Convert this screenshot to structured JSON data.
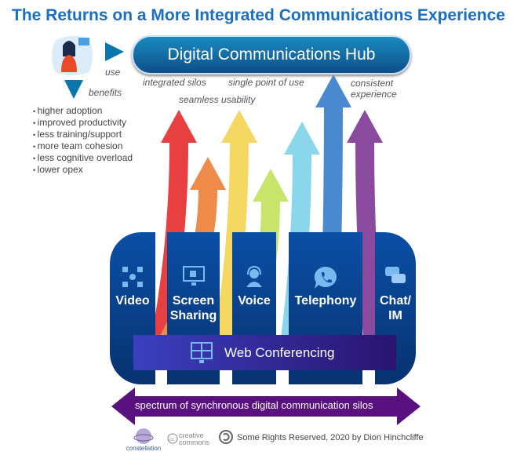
{
  "title": "The Returns on a More Integrated Communications Experience",
  "hub": "Digital Communications Hub",
  "labels": {
    "use": "use",
    "benefits": "benefits",
    "integrated": "integrated silos",
    "seamless": "seamless usability",
    "single": "single point of use",
    "consistent1": "consistent",
    "consistent2": "experience"
  },
  "benefits": [
    "higher adoption",
    "improved productivity",
    "less training/support",
    "more team cohesion",
    "less cognitive overload",
    "lower opex"
  ],
  "silos": {
    "video": "Video",
    "screen1": "Screen",
    "screen2": "Sharing",
    "voice": "Voice",
    "telephony": "Telephony",
    "chat1": "Chat/",
    "chat2": "IM",
    "web": "Web Conferencing"
  },
  "spectrum": "spectrum of synchronous digital communication silos",
  "footer": {
    "copyright": "Some Rights Reserved, 2020 by Dion Hinchcliffe",
    "logo": "constellation",
    "cc": "creative commons"
  },
  "colors": {
    "arrows": [
      "#e84040",
      "#ee8a4a",
      "#f4d862",
      "#c8e46a",
      "#8ad6ea",
      "#4a88d0",
      "#8a4a9e"
    ],
    "spectrum": "#5a1180",
    "hub": "#0d5f9a"
  }
}
